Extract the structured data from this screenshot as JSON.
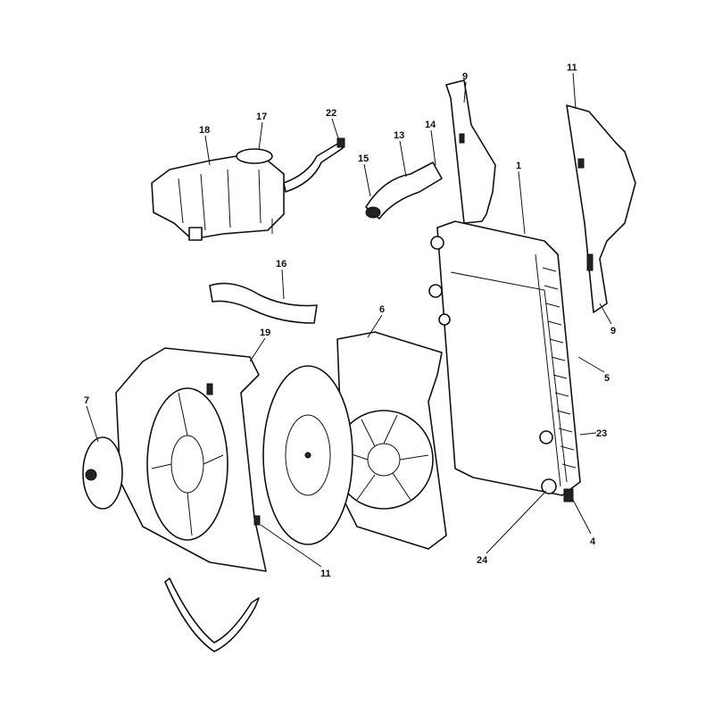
{
  "diagram": {
    "type": "exploded-parts-diagram",
    "callouts": [
      {
        "id": "c1",
        "label": "9"
      },
      {
        "id": "c2",
        "label": "11"
      },
      {
        "id": "c3",
        "label": "17"
      },
      {
        "id": "c4",
        "label": "22"
      },
      {
        "id": "c5",
        "label": "18"
      },
      {
        "id": "c6",
        "label": "13"
      },
      {
        "id": "c7",
        "label": "14"
      },
      {
        "id": "c8",
        "label": "15"
      },
      {
        "id": "c9",
        "label": "1"
      },
      {
        "id": "c10",
        "label": "16"
      },
      {
        "id": "c11",
        "label": "6"
      },
      {
        "id": "c12",
        "label": "9"
      },
      {
        "id": "c13",
        "label": "19"
      },
      {
        "id": "c14",
        "label": "5"
      },
      {
        "id": "c15",
        "label": "7"
      },
      {
        "id": "c16",
        "label": "23"
      },
      {
        "id": "c17",
        "label": "24"
      },
      {
        "id": "c18",
        "label": "4"
      },
      {
        "id": "c19",
        "label": "11"
      }
    ]
  }
}
